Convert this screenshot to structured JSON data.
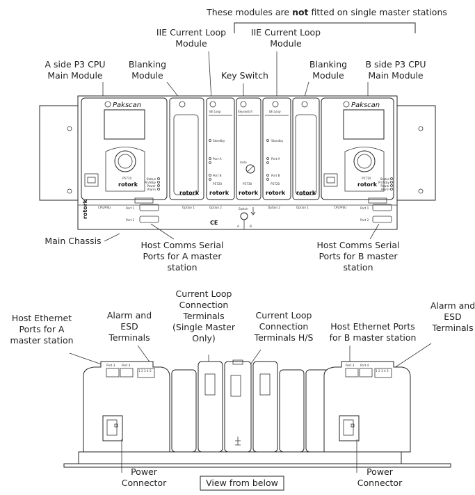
{
  "note": {
    "pre": "These modules are ",
    "bold": "not",
    "post": " fitted on single master stations"
  },
  "labels": {
    "a_cpu": [
      "A side P3 CPU",
      "Main Module"
    ],
    "blank_left": [
      "Blanking",
      "Module"
    ],
    "iie_left": [
      "IIE Current Loop",
      "Module"
    ],
    "key_switch": [
      "Key Switch"
    ],
    "iie_right": [
      "IIE Current Loop",
      "Module"
    ],
    "blank_right": [
      "Blanking",
      "Module"
    ],
    "b_cpu": [
      "B side P3 CPU",
      "Main Module"
    ],
    "main_chassis": [
      "Main Chassis"
    ],
    "host_a": [
      "Host Comms Serial",
      "Ports for A master",
      "station"
    ],
    "host_b": [
      "Host Comms Serial",
      "Ports for B master",
      "station"
    ],
    "eth_a": [
      "Host Ethernet",
      "Ports for A",
      "master station"
    ],
    "alarm_a": [
      "Alarm and",
      "ESD",
      "Terminals"
    ],
    "cl_single": [
      "Current Loop",
      "Connection",
      "Terminals",
      "(Single Master",
      "Only)"
    ],
    "cl_hs": [
      "Current Loop",
      "Connection",
      "Terminals H/S"
    ],
    "eth_b": [
      "Host Ethernet Ports",
      "for B master station"
    ],
    "alarm_b": [
      "Alarm and",
      "ESD",
      "Terminals"
    ],
    "power_a": [
      "Power",
      "Connector"
    ],
    "power_b": [
      "Power",
      "Connector"
    ],
    "view_below": "View from below"
  },
  "front": {
    "pakscan": "Pakscan",
    "rotork": "rotork",
    "ce": "CE",
    "cpu_model": "P5710",
    "iie_model": "P5720",
    "key_model": "P5730",
    "iie_loop": "IIE Loop",
    "keyswitch": "Keyswitch",
    "standby": "Standby",
    "port_a": "Port A",
    "port_b": "Port B",
    "auto": "Auto",
    "status_lines": [
      "Status",
      "Pri/Stby",
      "Power",
      "Alarm"
    ],
    "option1": "Option 1",
    "option2": "Option 2",
    "cpu_psu": "CPU/PSU",
    "port1": "Port 1",
    "port2": "Port 2",
    "switch": "Switch",
    "sw_a": "A",
    "sw_b": "B"
  },
  "below": {
    "port3": "Port 3",
    "port4": "Port 4",
    "term_nums": "1 2 3 4 5"
  }
}
